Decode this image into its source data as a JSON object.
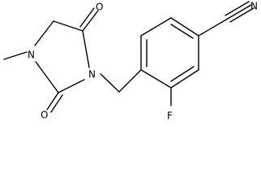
{
  "molecule": {
    "labels": {
      "n_ring_methyl": "N",
      "n_ring_benzyl": "N",
      "o_top": "O",
      "o_bottom": "O",
      "f": "F",
      "n_nitrile": "N"
    }
  }
}
